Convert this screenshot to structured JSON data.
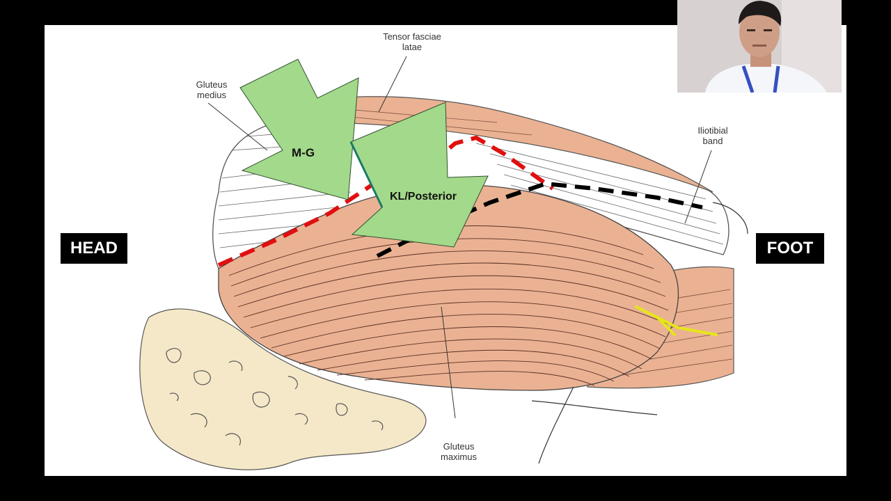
{
  "side_labels": {
    "left": "HEAD",
    "right": "FOOT"
  },
  "arrows": {
    "mg": "M-G",
    "kl": "KL/Posterior"
  },
  "anatomy": {
    "tensor_fasciae_latae": [
      "Tensor fasciae",
      "latae"
    ],
    "gluteus_medius": [
      "Gluteus",
      "medius"
    ],
    "iliotibial_band": [
      "Iliotibial",
      "band"
    ],
    "gluteus_maximus": [
      "Gluteus",
      "maximus"
    ]
  },
  "colors": {
    "arrow_fill": "#a3d98a",
    "muscle": "#eab293",
    "bone": "#f5e8c8",
    "red_line": "#e01010",
    "black_line": "#000000",
    "nerve": "#e6e619"
  }
}
